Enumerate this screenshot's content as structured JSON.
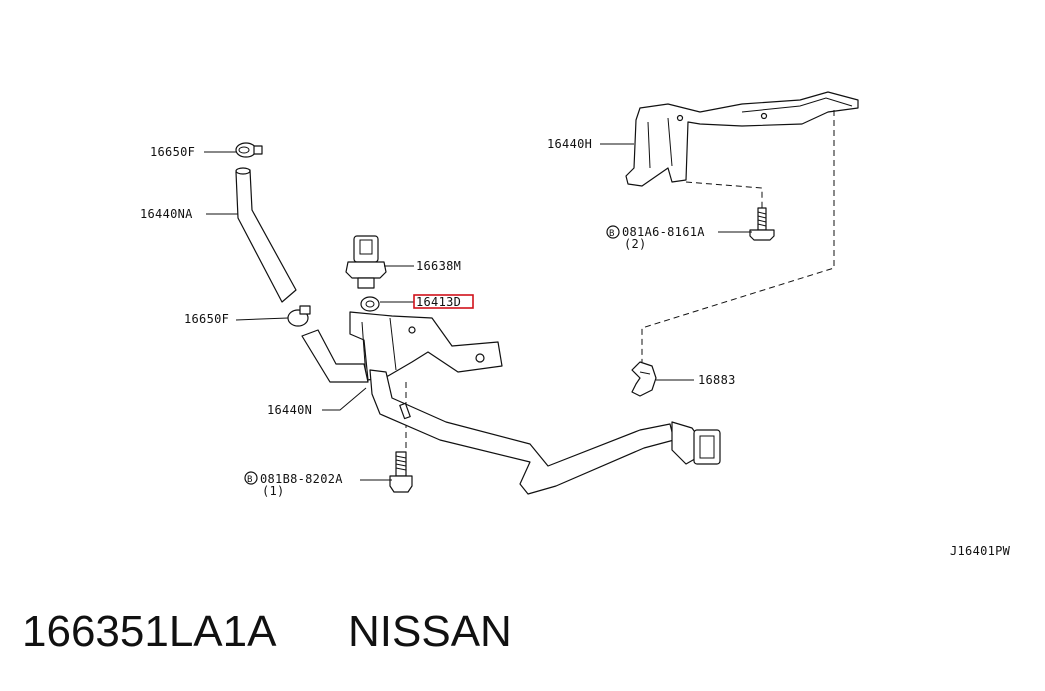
{
  "diagram": {
    "labels": {
      "clamp_top": "16650F",
      "hose_upper": "16440NA",
      "clamp_lower": "16650F",
      "hose_main": "16440N",
      "sensor": "16638M",
      "seal": "16413D",
      "bracket": "16440H",
      "bolt_upper": "081A6-8161A",
      "bolt_upper_qty": "(2)",
      "bolt_lower": "081B8-8202A",
      "bolt_lower_qty": "(1)",
      "clip": "16883",
      "bolt_ref_mark": "B"
    },
    "highlight_color": "#d0121b",
    "reference_code": "J16401PW"
  },
  "footer": {
    "part_number": "166351LA1A",
    "brand": "NISSAN"
  }
}
